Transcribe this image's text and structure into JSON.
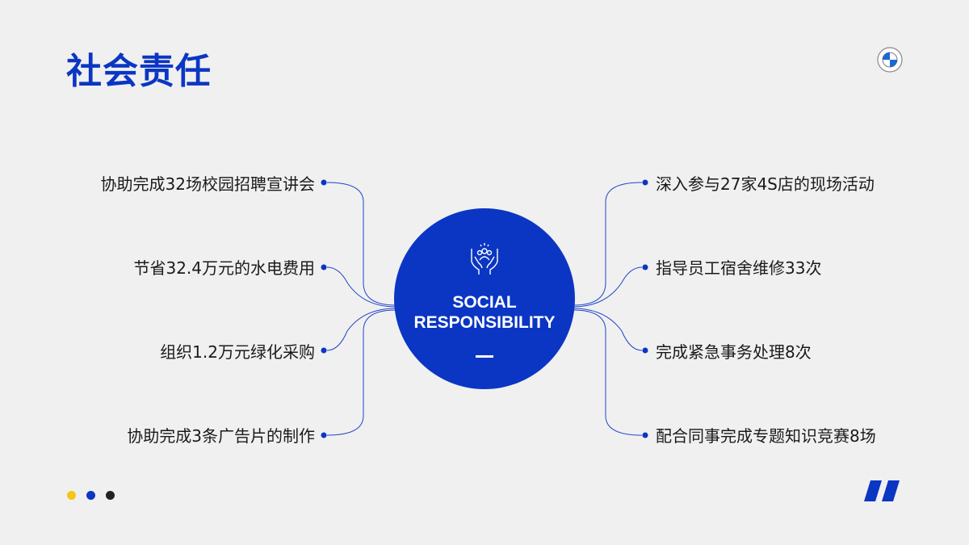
{
  "title": "社会责任",
  "logo": {
    "name": "BMW"
  },
  "center": {
    "line1": "SOCIAL",
    "line2": "RESPONSIBILITY",
    "icon": "hands-people-icon"
  },
  "left_items": [
    "协助完成32场校园招聘宣讲会",
    "节省32.4万元的水电费用",
    "组织1.2万元绿化采购",
    "协助完成3条广告片的制作"
  ],
  "right_items": [
    "深入参与27家4S店的现场活动",
    "指导员工宿舍维修33次",
    "完成紧急事务处理8次",
    "配合同事完成专题知识竞赛8场"
  ],
  "colors": {
    "accent": "#0b36c4",
    "yellow": "#f5c518",
    "dark": "#222222",
    "background": "#f0f0f0"
  }
}
